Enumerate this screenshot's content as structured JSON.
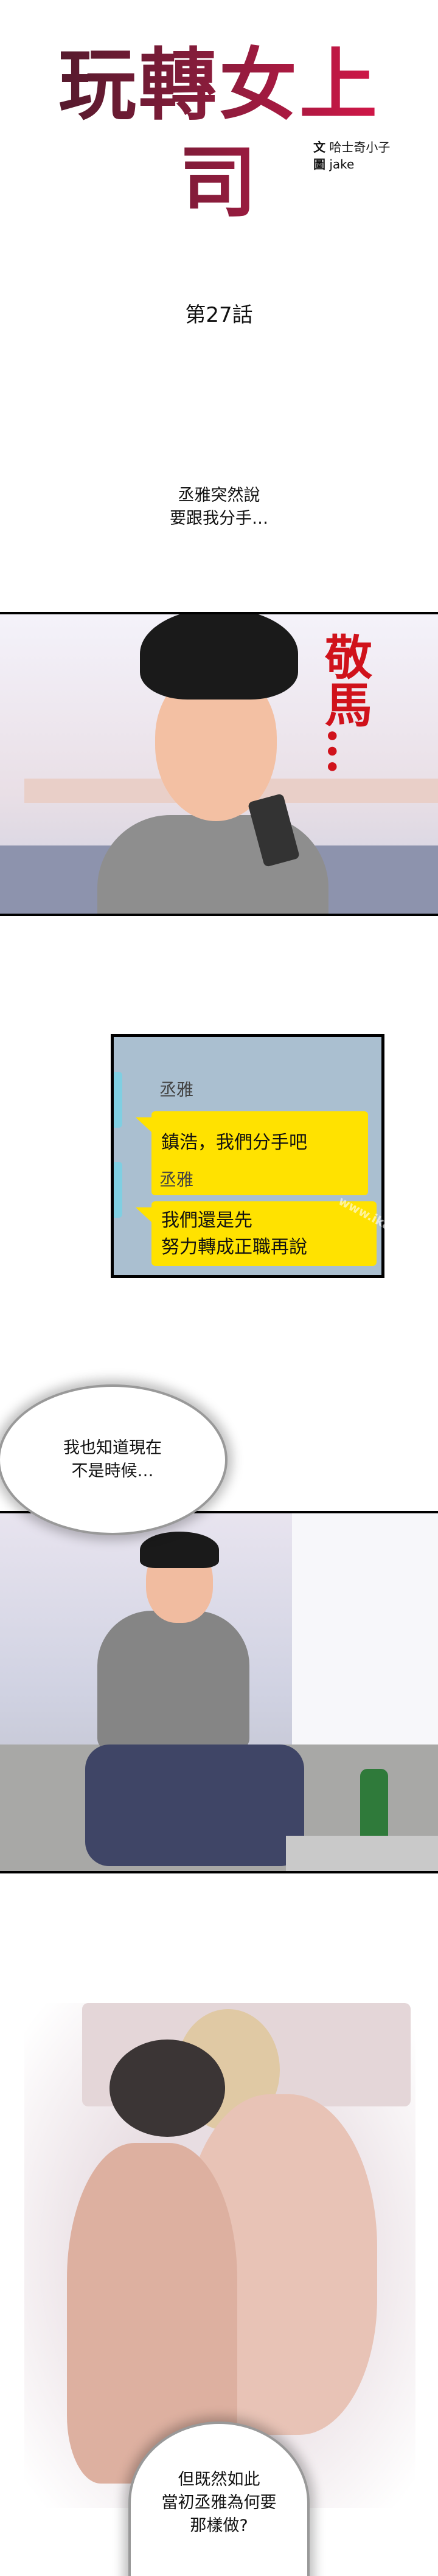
{
  "header": {
    "series_title": "玩轉女上司",
    "credits": {
      "writer_label": "文",
      "writer": "哈士奇小子",
      "artist_label": "圖",
      "artist": "jake"
    },
    "chapter": "第27話"
  },
  "caption_1": {
    "lines": [
      "丞雅突然說",
      "要跟我分手…"
    ]
  },
  "panel_1": {
    "sfx": "敬馬…"
  },
  "chat": {
    "background_color": "#aabfd0",
    "bubble_color": "#ffe200",
    "messages": [
      {
        "sender": "丞雅",
        "lines": [
          "鎮浩，我們分手吧"
        ]
      },
      {
        "sender": "丞雅",
        "lines": [
          "我們還是先",
          "努力轉成正職再說"
        ]
      }
    ],
    "watermark": "www.ikanmh.top"
  },
  "bubble_1": {
    "lines": [
      "我也知道現在",
      "不是時候…"
    ]
  },
  "bubble_2": {
    "lines": [
      "但既然如此",
      "當初丞雅為何要",
      "那樣做?"
    ]
  }
}
